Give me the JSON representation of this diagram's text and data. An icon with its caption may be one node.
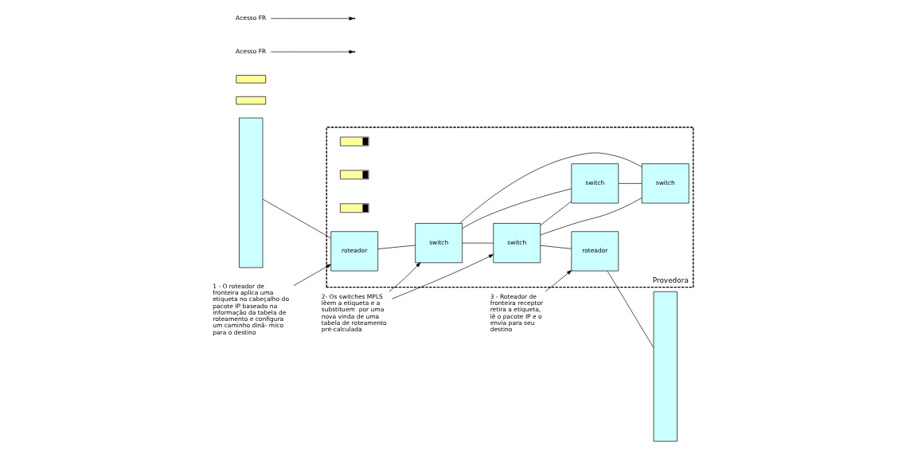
{
  "diagram": {
    "nodes": [
      {
        "text": [],
        "shape": "bar"
      },
      {
        "text": [],
        "shape": "bar"
      },
      {
        "text": [
          "Provedora"
        ]
      },
      {
        "text": [],
        "shape": "bar",
        "in": 2
      },
      {
        "text": [],
        "shape": "bar",
        "in": 2
      },
      {
        "text": [],
        "shape": "bar",
        "in": 2
      },
      {
        "text": [
          "roteador"
        ],
        "in": 2
      },
      {
        "text": [
          "switch"
        ],
        "in": 2
      },
      {
        "text": [
          "switch"
        ],
        "in": 2
      },
      {
        "text": [
          "switch"
        ],
        "in": 2
      },
      {
        "text": [
          "switch"
        ],
        "in": 2
      },
      {
        "text": [
          "roteador"
        ],
        "in": 2
      },
      {
        "text": [],
        "shape": "bar"
      },
      {
        "text": [],
        "shape": "bar"
      },
      {
        "text": [
          "2- Os switches MPLS lêem a etiqueta e a substituem  por uma nova vinda de uma tabela de roteamento pré-calculada"
        ]
      },
      {
        "text": [
          "Acesso FR"
        ]
      },
      {
        "text": [
          "Acesso FR"
        ]
      },
      {
        "text": [
          "1 - O roteador de fronteira aplica uma etiqueta no cabeçalho do pacote IP baseado na informação da tabela de roteamento e configura um caminho dinâ- mico para o destino"
        ]
      },
      {
        "text": [
          "3 - Roteador de fronteira receptor retira a etiqueta, lê o pacote IP e o envia para seu destino"
        ]
      }
    ],
    "edges": [
      {
        "from": 0,
        "to": 6,
        "arrow": "none"
      },
      {
        "from": 6,
        "to": 7,
        "arrow": "none"
      },
      {
        "from": 7,
        "to": 8,
        "arrow": "none"
      },
      {
        "from": 7,
        "to": 9,
        "arrow": "none"
      },
      {
        "from": 8,
        "to": 10,
        "arrow": "none"
      },
      {
        "from": 7,
        "to": 10,
        "arrow": "none"
      },
      {
        "from": 8,
        "to": 9,
        "arrow": "none"
      },
      {
        "from": 9,
        "to": 10,
        "arrow": "none"
      },
      {
        "from": 8,
        "to": 11,
        "arrow": "none"
      },
      {
        "from": 11,
        "to": 13,
        "arrow": "none"
      },
      {
        "from": 14,
        "to": 7,
        "arrow": "to"
      },
      {
        "from": 14,
        "to": 8,
        "arrow": "to"
      },
      {
        "from": 15,
        "to": null,
        "arrow": "to"
      },
      {
        "from": 16,
        "to": null,
        "arrow": "to"
      },
      {
        "from": 17,
        "to": 6,
        "arrow": "to"
      },
      {
        "from": 18,
        "to": 11,
        "arrow": "to"
      }
    ]
  }
}
